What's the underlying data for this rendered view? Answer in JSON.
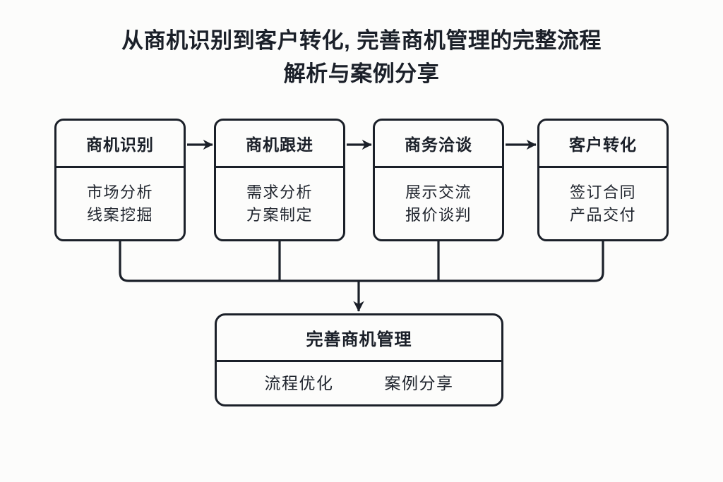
{
  "diagram": {
    "title": {
      "line1": "从商机识别到客户转化, 完善商机管理的完整流程",
      "line2": "解析与案例分享"
    },
    "colors": {
      "background": "#fcfcfb",
      "stroke": "#1b2029",
      "text": "#1b2029"
    },
    "stages": [
      {
        "header": "商机识别",
        "items": [
          "市场分析",
          "线案挖掘"
        ]
      },
      {
        "header": "商机跟进",
        "items": [
          "需求分析",
          "方案制定"
        ]
      },
      {
        "header": "商务洽谈",
        "items": [
          "展示交流",
          "报价谈判"
        ]
      },
      {
        "header": "客户转化",
        "items": [
          "签订合同",
          "产品交付"
        ]
      }
    ],
    "summary": {
      "header": "完善商机管理",
      "items": [
        "流程优化",
        "案例分享"
      ]
    },
    "connectors": {
      "stage_arrow_icon": "arrow-right-icon",
      "merge_arrow_icon": "arrow-down-icon"
    }
  }
}
